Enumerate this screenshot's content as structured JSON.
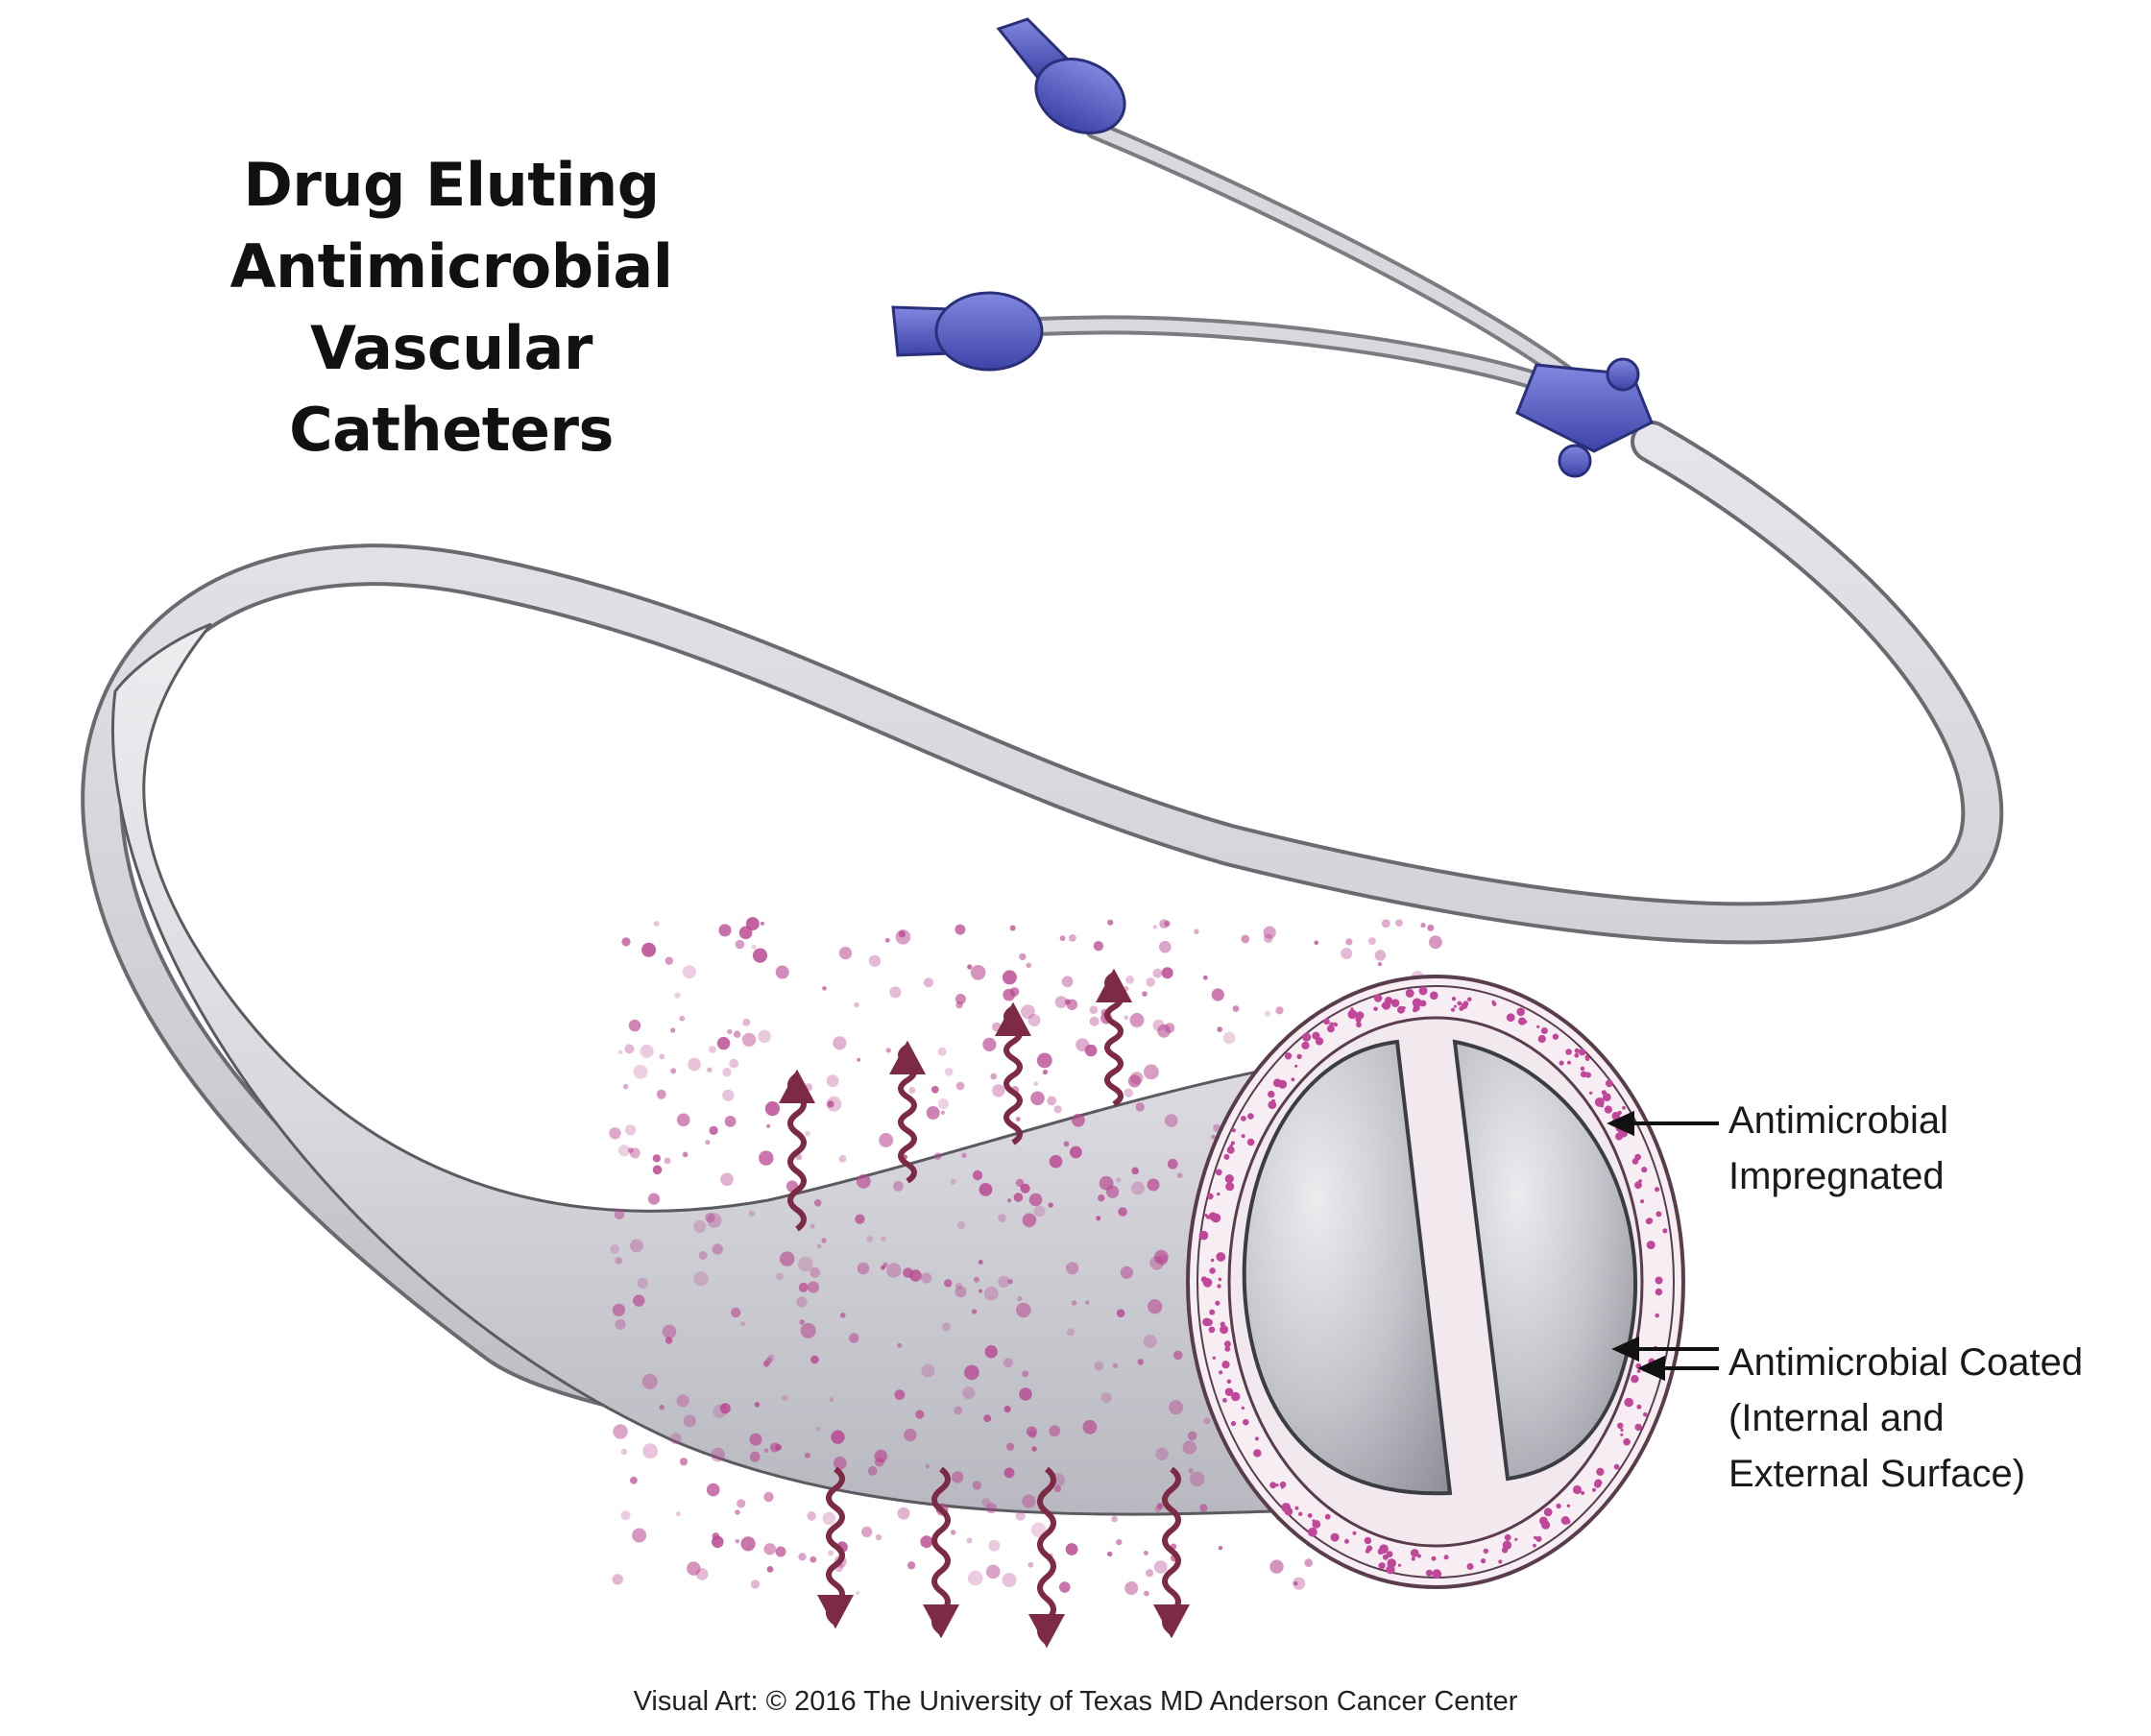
{
  "title": {
    "lines": [
      "Drug Eluting",
      "Antimicrobial",
      "Vascular Catheters"
    ]
  },
  "labels": {
    "impregnated": {
      "lines": [
        "Antimicrobial",
        "Impregnated"
      ]
    },
    "coated": {
      "lines": [
        "Antimicrobial Coated",
        "(Internal and",
        "External Surface)"
      ]
    }
  },
  "credit": "Visual Art: © 2016 The University of Texas MD Anderson Cancer Center",
  "colors": {
    "catheter_body": "#dcdce2",
    "catheter_outline": "#4a4a4a",
    "connector_blue": "#5a62c8",
    "drug_particles": "#b8458f",
    "release_arrows": "#7d2a45",
    "lumen": "#b9b9c0"
  },
  "icons": [
    "blue-luer-connector",
    "wavy-release-arrow",
    "pointer-arrow"
  ]
}
